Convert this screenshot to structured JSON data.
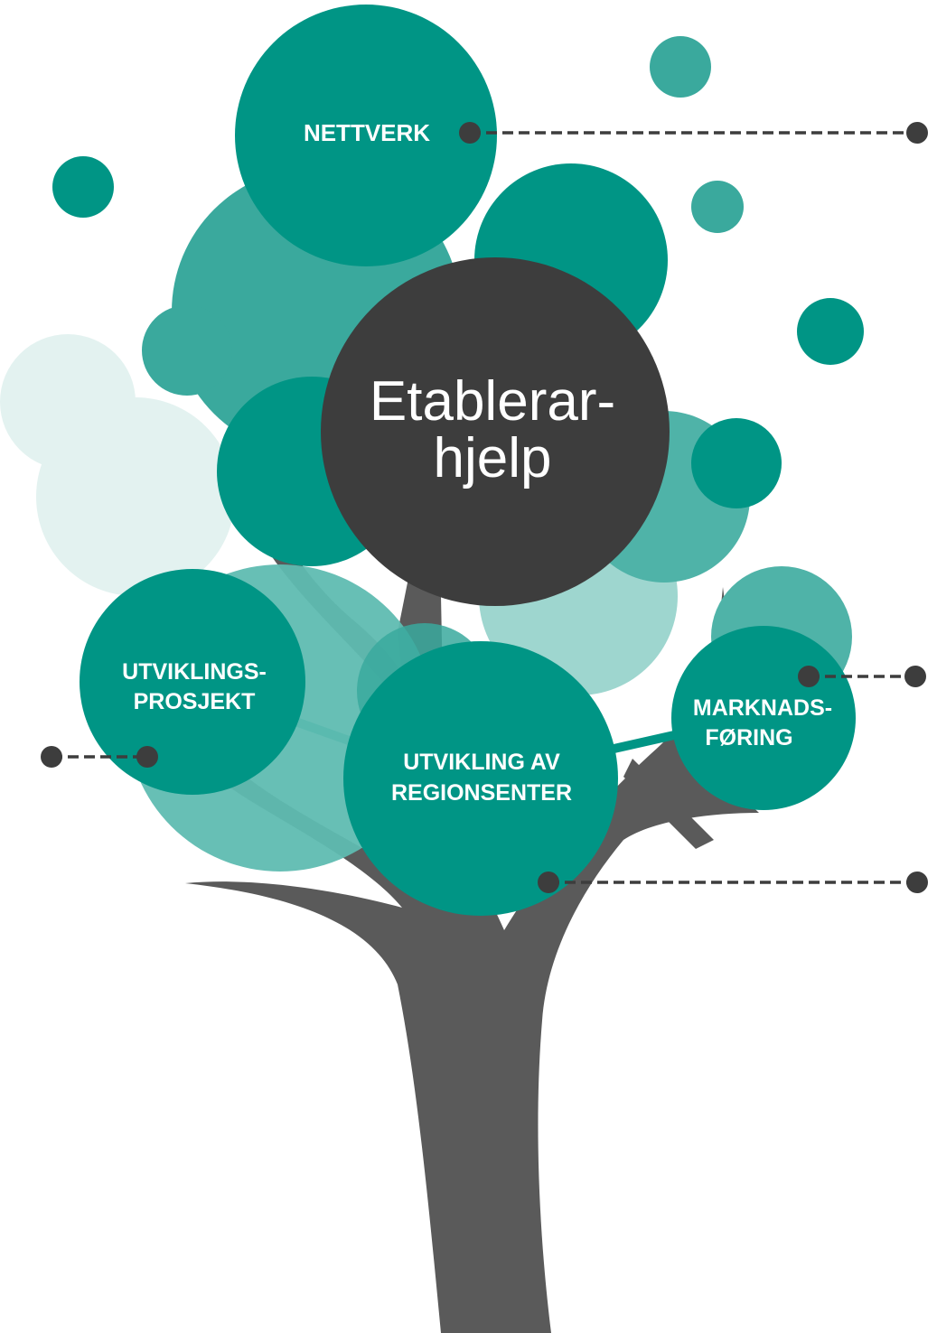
{
  "center": {
    "line1": "Etablerar-",
    "line2": "hjelp"
  },
  "nodes": {
    "nettverk": {
      "line1": "NETTVERK"
    },
    "utviklingsprosjekt": {
      "line1": "UTVIKLINGS-",
      "line2": "PROSJEKT"
    },
    "regionsenter": {
      "line1": "UTVIKLING AV",
      "line2": "REGIONSENTER"
    },
    "marknadsforing": {
      "line1": "MARKNADS-",
      "line2": "FØRING"
    }
  },
  "colors": {
    "teal": "#009585",
    "teal_medium": "#3aa99d",
    "teal_light": "#9ed6cf",
    "teal_pale": "#e3f2f0",
    "dark": "#3d3d3d",
    "trunk": "#5a5a5a"
  }
}
